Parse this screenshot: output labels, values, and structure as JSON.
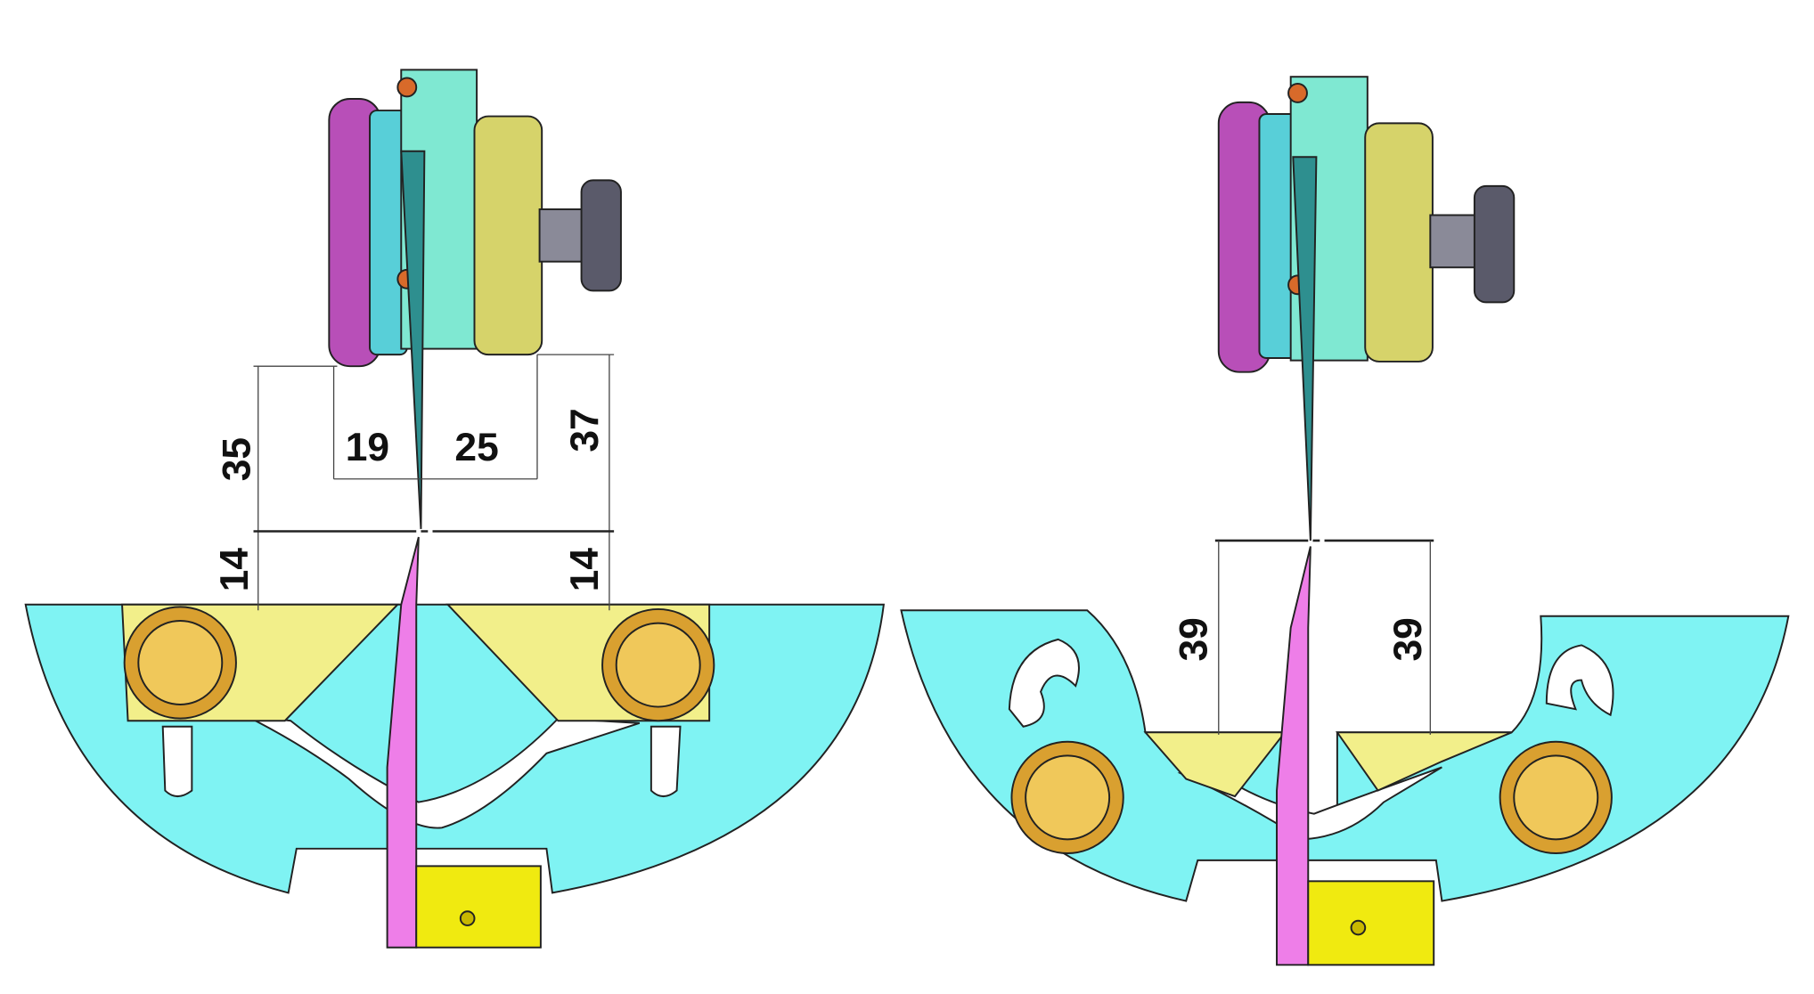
{
  "left_view": {
    "dimensions": {
      "height_upper_left": "35",
      "width_left": "19",
      "width_right": "25",
      "height_upper_right": "37",
      "height_lower_left": "14",
      "height_lower_right": "14"
    }
  },
  "right_view": {
    "dimensions": {
      "height_left": "39",
      "height_right": "39"
    }
  },
  "colors": {
    "bowl": "#7ff3f3",
    "plate": "#7fe8d2",
    "blade_top": "#2e8f8f",
    "blade_bottom": "#ee7ee8",
    "drum": "#d6d36a",
    "rotor": "#b84fb8",
    "guide": "#f2ef8a",
    "knob": "#e8b840",
    "block": "#f0ea10"
  }
}
